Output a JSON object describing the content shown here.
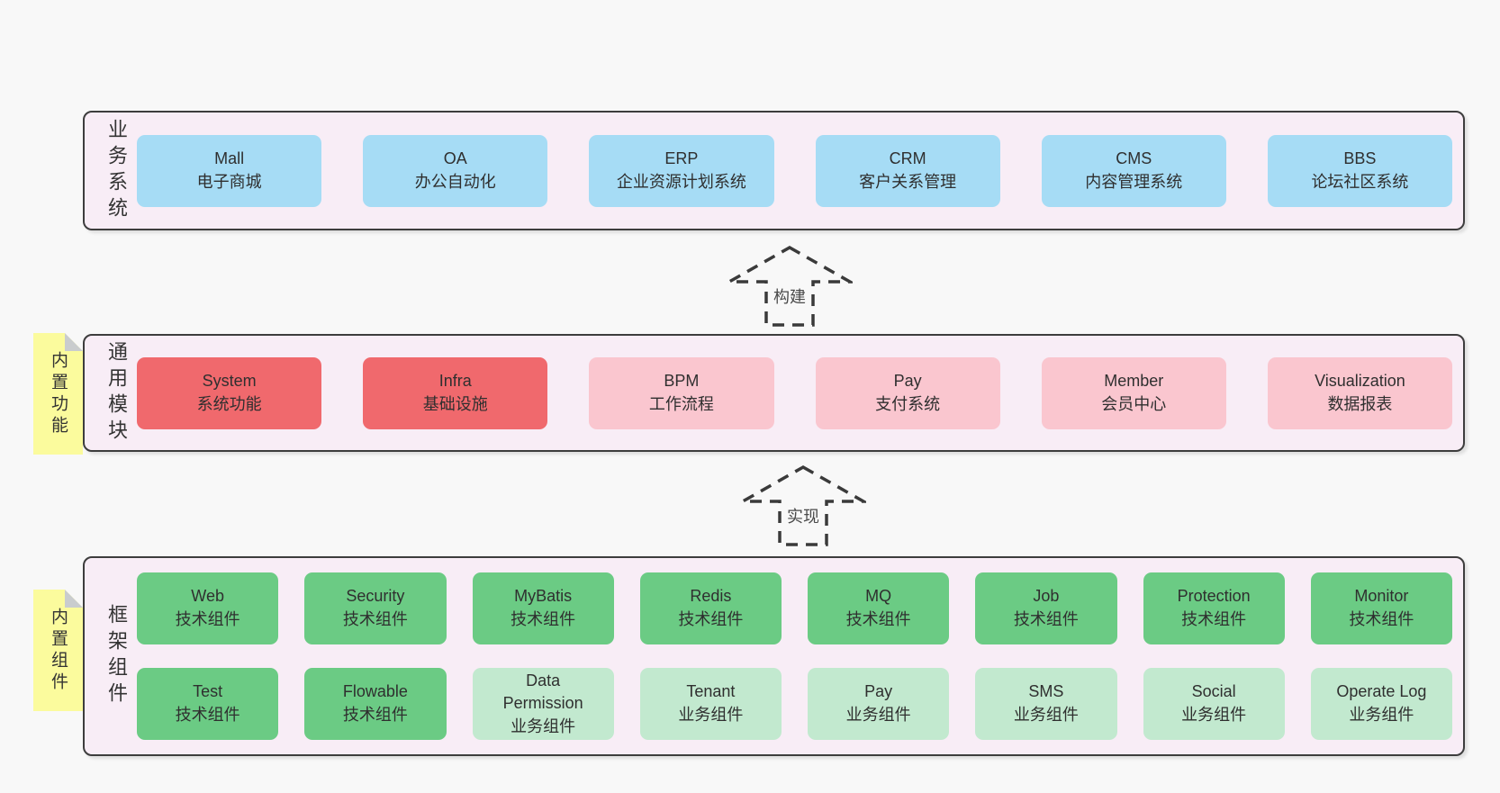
{
  "colors": {
    "page_bg": "#f8f8f8",
    "panel_bg": "#f8edf6",
    "border": "#3d3d3d",
    "text": "#2f2f2f",
    "blue": "#a6dcf5",
    "red": "#f0696d",
    "pink": "#fac6cf",
    "green_dark": "#6bcb84",
    "green_light": "#c2e9cf",
    "yellow": "#fbfb9d",
    "fold": "#c9ccce",
    "arrow": "#3a3a3a"
  },
  "arrows": [
    {
      "label": "构建"
    },
    {
      "label": "实现"
    }
  ],
  "panels": [
    {
      "id": "business",
      "side_label": "业务系统",
      "sticky": null,
      "rows": [
        [
          {
            "title": "Mall",
            "subtitle": "电子商城",
            "color": "blue"
          },
          {
            "title": "OA",
            "subtitle": "办公自动化",
            "color": "blue"
          },
          {
            "title": "ERP",
            "subtitle": "企业资源计划系统",
            "color": "blue"
          },
          {
            "title": "CRM",
            "subtitle": "客户关系管理",
            "color": "blue"
          },
          {
            "title": "CMS",
            "subtitle": "内容管理系统",
            "color": "blue"
          },
          {
            "title": "BBS",
            "subtitle": "论坛社区系统",
            "color": "blue"
          }
        ]
      ]
    },
    {
      "id": "modules",
      "side_label": "通用模块",
      "sticky": "内置功能",
      "rows": [
        [
          {
            "title": "System",
            "subtitle": "系统功能",
            "color": "red"
          },
          {
            "title": "Infra",
            "subtitle": "基础设施",
            "color": "red"
          },
          {
            "title": "BPM",
            "subtitle": "工作流程",
            "color": "pink"
          },
          {
            "title": "Pay",
            "subtitle": "支付系统",
            "color": "pink"
          },
          {
            "title": "Member",
            "subtitle": "会员中心",
            "color": "pink"
          },
          {
            "title": "Visualization",
            "subtitle": "数据报表",
            "color": "pink"
          }
        ]
      ]
    },
    {
      "id": "components",
      "side_label": "框架组件",
      "sticky": "内置组件",
      "rows": [
        [
          {
            "title": "Web",
            "subtitle": "技术组件",
            "color": "green-dark"
          },
          {
            "title": "Security",
            "subtitle": "技术组件",
            "color": "green-dark"
          },
          {
            "title": "MyBatis",
            "subtitle": "技术组件",
            "color": "green-dark"
          },
          {
            "title": "Redis",
            "subtitle": "技术组件",
            "color": "green-dark"
          },
          {
            "title": "MQ",
            "subtitle": "技术组件",
            "color": "green-dark"
          },
          {
            "title": "Job",
            "subtitle": "技术组件",
            "color": "green-dark"
          },
          {
            "title": "Protection",
            "subtitle": "技术组件",
            "color": "green-dark"
          },
          {
            "title": "Monitor",
            "subtitle": "技术组件",
            "color": "green-dark"
          }
        ],
        [
          {
            "title": "Test",
            "subtitle": "技术组件",
            "color": "green-dark"
          },
          {
            "title": "Flowable",
            "subtitle": "技术组件",
            "color": "green-dark"
          },
          {
            "title": "Data Permission",
            "subtitle": "业务组件",
            "color": "green-light"
          },
          {
            "title": "Tenant",
            "subtitle": "业务组件",
            "color": "green-light"
          },
          {
            "title": "Pay",
            "subtitle": "业务组件",
            "color": "green-light"
          },
          {
            "title": "SMS",
            "subtitle": "业务组件",
            "color": "green-light"
          },
          {
            "title": "Social",
            "subtitle": "业务组件",
            "color": "green-light"
          },
          {
            "title": "Operate Log",
            "subtitle": "业务组件",
            "color": "green-light"
          }
        ]
      ]
    }
  ]
}
